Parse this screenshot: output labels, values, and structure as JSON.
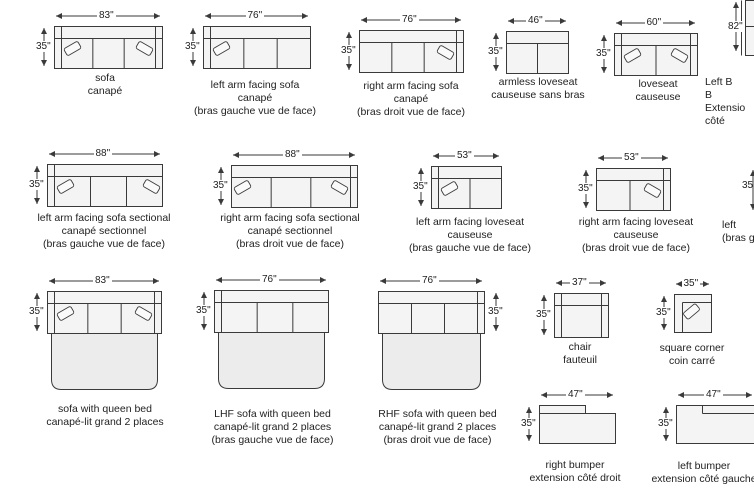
{
  "colors": {
    "line": "#3a3a3a",
    "seat_fill": "#f4f4f4",
    "bed_fill": "#ececec",
    "pillow_fill": "#fafafa"
  },
  "items": [
    {
      "id": "sofa",
      "width": "83\"",
      "depth": "35\"",
      "caption": [
        "sofa",
        "canapé"
      ]
    },
    {
      "id": "laf-sofa",
      "width": "76\"",
      "depth": "35\"",
      "caption": [
        "left arm facing sofa",
        "canapé",
        "(bras gauche vue de face)"
      ]
    },
    {
      "id": "raf-sofa",
      "width": "76\"",
      "depth": "35\"",
      "caption": [
        "right arm facing sofa",
        "canapé",
        "(bras droit vue de face)"
      ]
    },
    {
      "id": "armless-loveseat",
      "width": "46\"",
      "depth": "35\"",
      "caption": [
        "armless loveseat",
        "causeuse sans bras"
      ]
    },
    {
      "id": "loveseat",
      "width": "60\"",
      "depth": "35\"",
      "caption": [
        "loveseat",
        "causeuse"
      ]
    },
    {
      "id": "left-bumper-partial",
      "width": "",
      "depth": "82\"",
      "caption": [
        "Left B",
        "B",
        "Extensio",
        "côté"
      ]
    },
    {
      "id": "laf-sofa-sectional",
      "width": "88\"",
      "depth": "35\"",
      "caption": [
        "left arm facing sofa sectional",
        "canapé sectionnel",
        "(bras gauche vue de face)"
      ]
    },
    {
      "id": "raf-sofa-sectional",
      "width": "88\"",
      "depth": "35\"",
      "caption": [
        "right arm facing sofa sectional",
        "canapé sectionnel",
        "(bras droit vue de face)"
      ]
    },
    {
      "id": "laf-loveseat",
      "width": "53\"",
      "depth": "35\"",
      "caption": [
        "left arm facing loveseat",
        "causeuse",
        "(bras gauche vue de face)"
      ]
    },
    {
      "id": "raf-loveseat",
      "width": "53\"",
      "depth": "35\"",
      "caption": [
        "right arm facing loveseat",
        "causeuse",
        "(bras droit vue de face)"
      ]
    },
    {
      "id": "row2-partial",
      "width": "",
      "depth": "35",
      "caption": [
        "left",
        "(bras g"
      ]
    },
    {
      "id": "sofa-queen-bed",
      "width": "83\"",
      "depth": "35\"",
      "caption": [
        "sofa with queen bed",
        "canapé-lit grand 2 places"
      ]
    },
    {
      "id": "lhf-sofa-queen-bed",
      "width": "76\"",
      "depth": "35\"",
      "caption": [
        "LHF sofa with queen bed",
        "canapé-lit grand 2 places",
        "(bras gauche vue de face)"
      ]
    },
    {
      "id": "rhf-sofa-queen-bed",
      "width": "76\"",
      "depth": "35\"",
      "caption": [
        "RHF sofa with queen bed",
        "canapé-lit grand 2 places",
        "(bras droit vue de face)"
      ]
    },
    {
      "id": "chair",
      "width": "37\"",
      "depth": "35\"",
      "caption": [
        "chair",
        "fauteuil"
      ]
    },
    {
      "id": "square-corner",
      "width": "35\"",
      "depth": "35\"",
      "caption": [
        "square corner",
        "coin carré"
      ]
    },
    {
      "id": "right-bumper",
      "width": "47\"",
      "depth": "35\"",
      "caption": [
        "right bumper",
        "extension côté droit"
      ]
    },
    {
      "id": "left-bumper",
      "width": "47\"",
      "depth": "35\"",
      "caption": [
        "left bumper",
        "extension côté gauche"
      ]
    }
  ]
}
